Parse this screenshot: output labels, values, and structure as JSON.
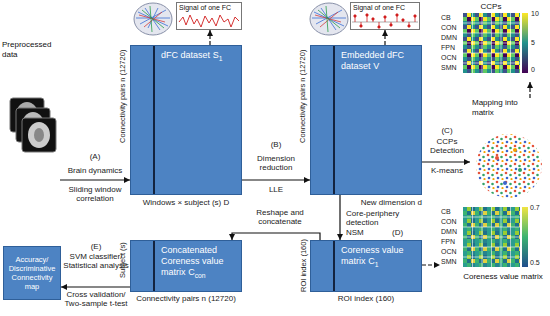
{
  "diagram": {
    "nodes": [
      {
        "text": [
          "Preprocessed data"
        ]
      },
      {
        "text": [
          "dFC dataset",
          "S",
          "1"
        ]
      },
      {
        "text": [
          "Signal of one FC"
        ]
      },
      {
        "text": [
          "Embedded dFC dataset",
          "V"
        ]
      },
      {
        "text": [
          "Signal of one FC"
        ]
      },
      {
        "text": [
          "CCPs"
        ]
      },
      {
        "text": [
          "Mapping into matrix"
        ]
      },
      {
        "text": [
          "Coreness value matrix",
          "C",
          "1"
        ]
      },
      {
        "text": [
          "Coreness value matrix"
        ]
      },
      {
        "text": [
          "Concatenated Coreness value matrix",
          "C",
          "con"
        ]
      },
      {
        "text": [
          "Accuracy/ Discriminative Connectivity map"
        ]
      }
    ],
    "edges": [
      {
        "from": 0,
        "to": 1,
        "arrow": "to"
      },
      {
        "from": 1,
        "to": 2,
        "arrow": "to"
      },
      {
        "from": 1,
        "to": 3,
        "arrow": "to"
      },
      {
        "from": 3,
        "to": 4,
        "arrow": "to"
      },
      {
        "from": 3,
        "to": 6,
        "arrow": "to"
      },
      {
        "from": 6,
        "to": 5,
        "arrow": "to"
      },
      {
        "from": 3,
        "to": 7,
        "arrow": "to"
      },
      {
        "from": 7,
        "to": 8,
        "arrow": "to"
      },
      {
        "from": 7,
        "to": 9,
        "arrow": "to"
      },
      {
        "from": 9,
        "to": 10,
        "arrow": "to"
      }
    ],
    "labels": [
      "(A)",
      "Brain dynamics",
      "Sliding window correlation",
      "Connectivity pairs n (12720)",
      "Windows × subject (s) D",
      "(B)",
      "Dimension reduction",
      "LLE",
      "Connectivity pairs n (12720)",
      "New dimension d",
      "(C)",
      "CCPs Detection",
      "K-means",
      "CB",
      "CON",
      "DMN",
      "FPN",
      "OCN",
      "SMN",
      "10",
      "5",
      "0",
      "Core-periphery detection",
      "NSM",
      "(D)",
      "Reshape and concatenate",
      "ROI index (160)",
      "ROI index (160)",
      "CB",
      "CON",
      "DMN",
      "FPN",
      "OCN",
      "SMN",
      "0.7",
      "0.5",
      "Subject (s)",
      "Connectivity pairs n (12720)",
      "(E)",
      "SVM classifier/ Statistical analysis",
      "Cross validation/ Two-sample t-test"
    ]
  }
}
